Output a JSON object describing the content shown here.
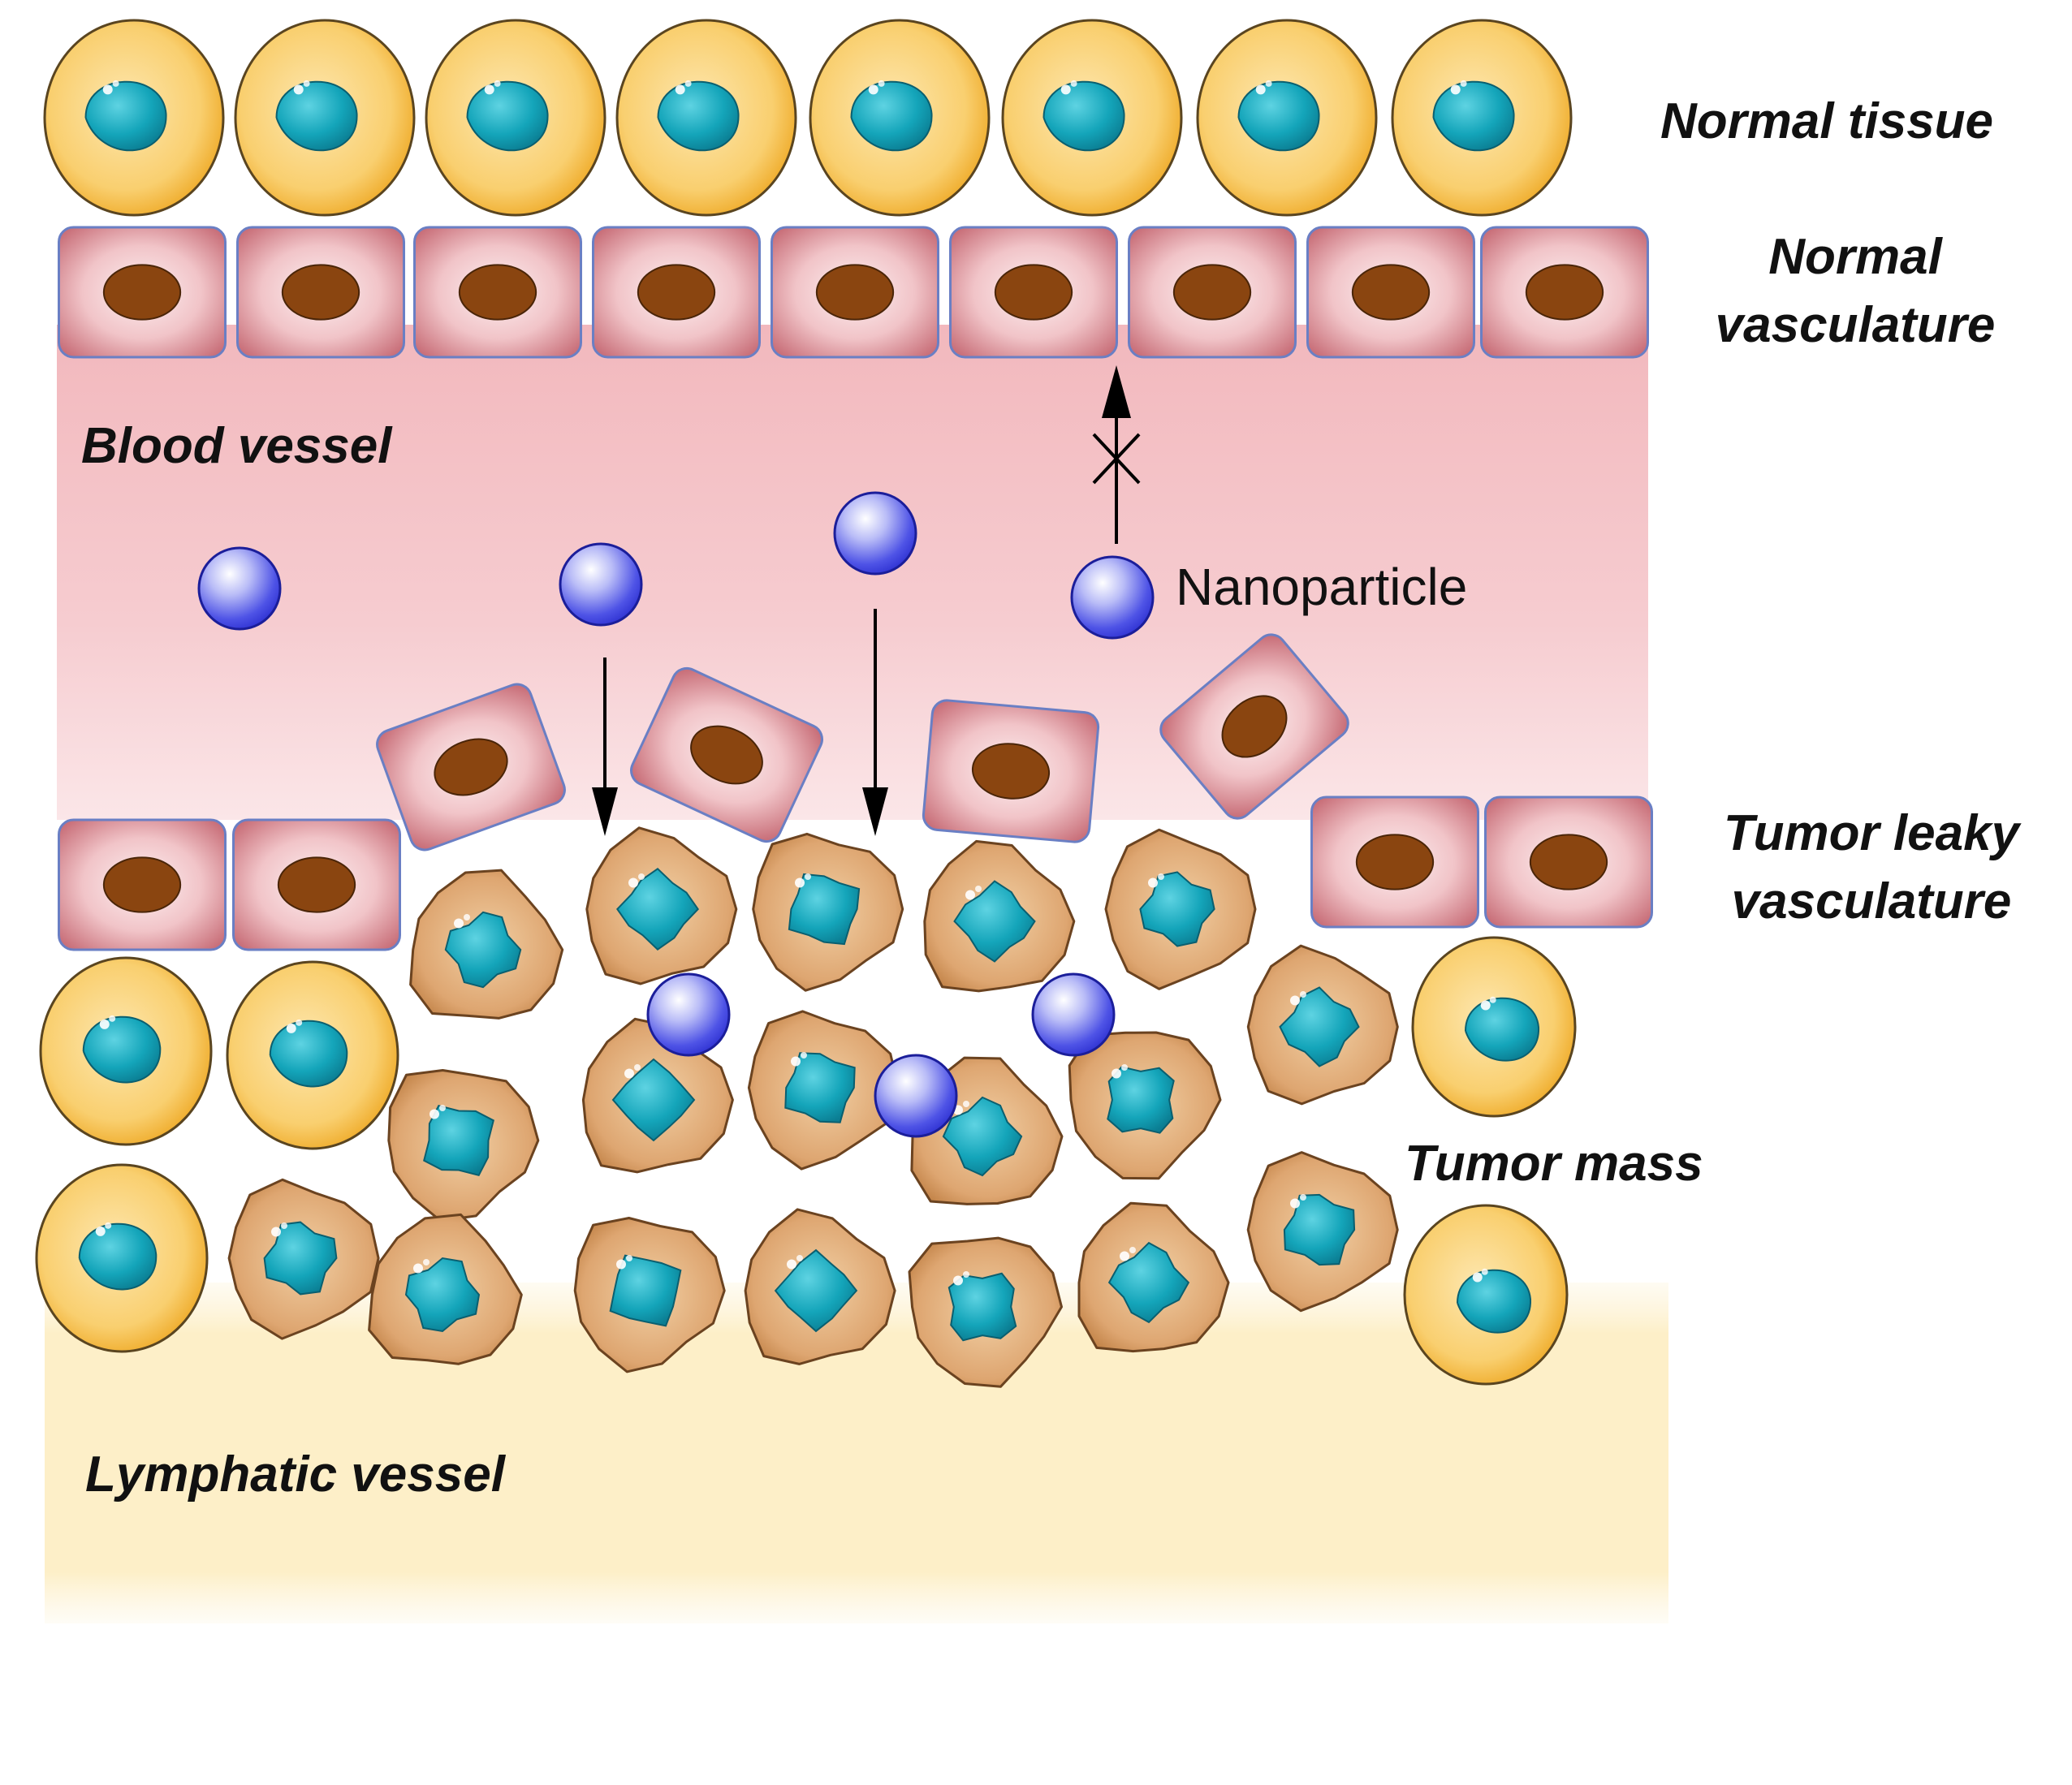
{
  "labels": {
    "normal_tissue": "Normal tissue",
    "normal_vasculature": [
      "Normal",
      "vasculature"
    ],
    "blood_vessel": "Blood vessel",
    "nanoparticle": "Nanoparticle",
    "tumor_leaky_vasculature": [
      "Tumor leaky",
      "vasculature"
    ],
    "tumor_mass": "Tumor mass",
    "lymphatic_vessel": "Lymphatic vessel"
  },
  "colors": {
    "blood_vessel": "#f3c2c6",
    "lymphatic_vessel": "#fdf0cc",
    "normal_cell": "#f3b43a",
    "cell_nucleus": "#13a3b8",
    "endothelial_cell": "#e8a3a8",
    "endothelial_nucleus": "#8a4a12",
    "tumor_cell": "#d9a26b",
    "nanoparticle": "#3a3ee0",
    "arrow": "#000000"
  },
  "icons": [
    "normal-cell-icon",
    "endothelial-cell-icon",
    "tumor-cell-icon",
    "nanoparticle-icon",
    "blocked-arrow-icon",
    "arrow-down-icon"
  ]
}
